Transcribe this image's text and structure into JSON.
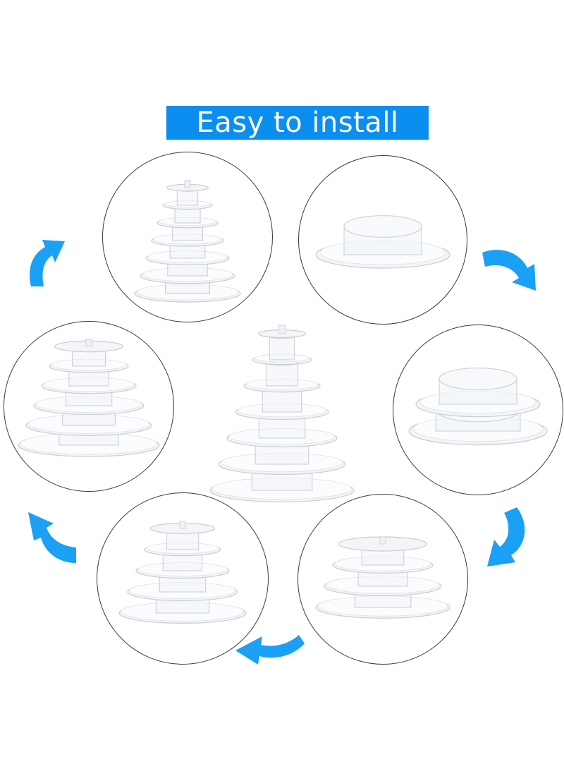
{
  "banner": {
    "text": "Easy to install",
    "color": "#0a8ef0"
  },
  "arrow_color": "#1aa0f5",
  "steps": [
    {
      "id": "step-1",
      "tiers": 1
    },
    {
      "id": "step-2",
      "tiers": 2
    },
    {
      "id": "step-3",
      "tiers": 3
    },
    {
      "id": "step-4",
      "tiers": 4
    },
    {
      "id": "step-5",
      "tiers": 5
    },
    {
      "id": "step-6",
      "tiers": 6
    }
  ],
  "assembled": {
    "tiers": 6
  }
}
